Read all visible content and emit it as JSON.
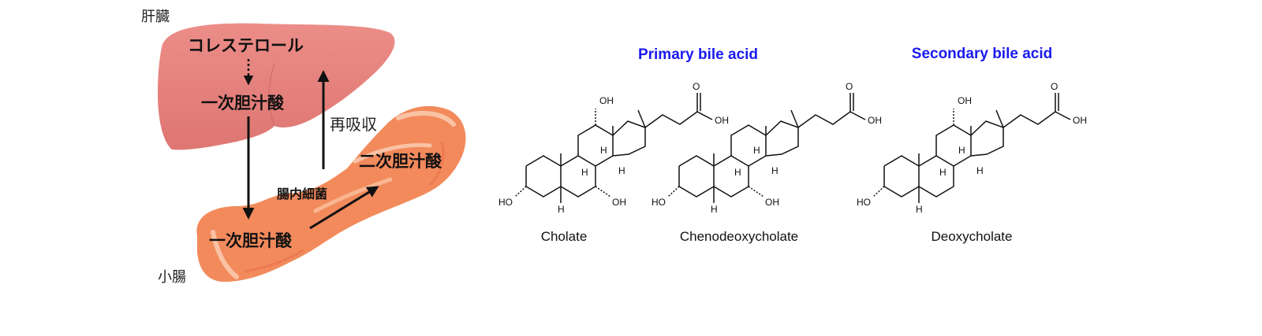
{
  "organs": {
    "liver_label": "肝臓",
    "intestine_label": "小腸"
  },
  "pathway": {
    "cholesterol": "コレステロール",
    "primary_in_liver": "一次胆汁酸",
    "reabsorption": "再吸収",
    "gut_bacteria": "腸内細菌",
    "primary_in_intestine": "一次胆汁酸",
    "secondary_in_intestine": "二次胆汁酸"
  },
  "headings": {
    "primary": "Primary bile acid",
    "secondary": "Secondary bile acid",
    "color": "#1a1aee"
  },
  "molecules": [
    {
      "name": "Cholate",
      "OH": "OH",
      "H": "H",
      "O": "O",
      "HO": "HO"
    },
    {
      "name": "Chenodeoxycholate",
      "OH": "OH",
      "H": "H",
      "O": "O",
      "HO": "HO"
    },
    {
      "name": "Deoxycholate",
      "OH": "OH",
      "H": "H",
      "O": "O",
      "HO": "HO"
    }
  ],
  "colors": {
    "liver": "#e8837f",
    "intestine": "#f28a5c",
    "intestine_highlight": "#f9c2a4"
  }
}
